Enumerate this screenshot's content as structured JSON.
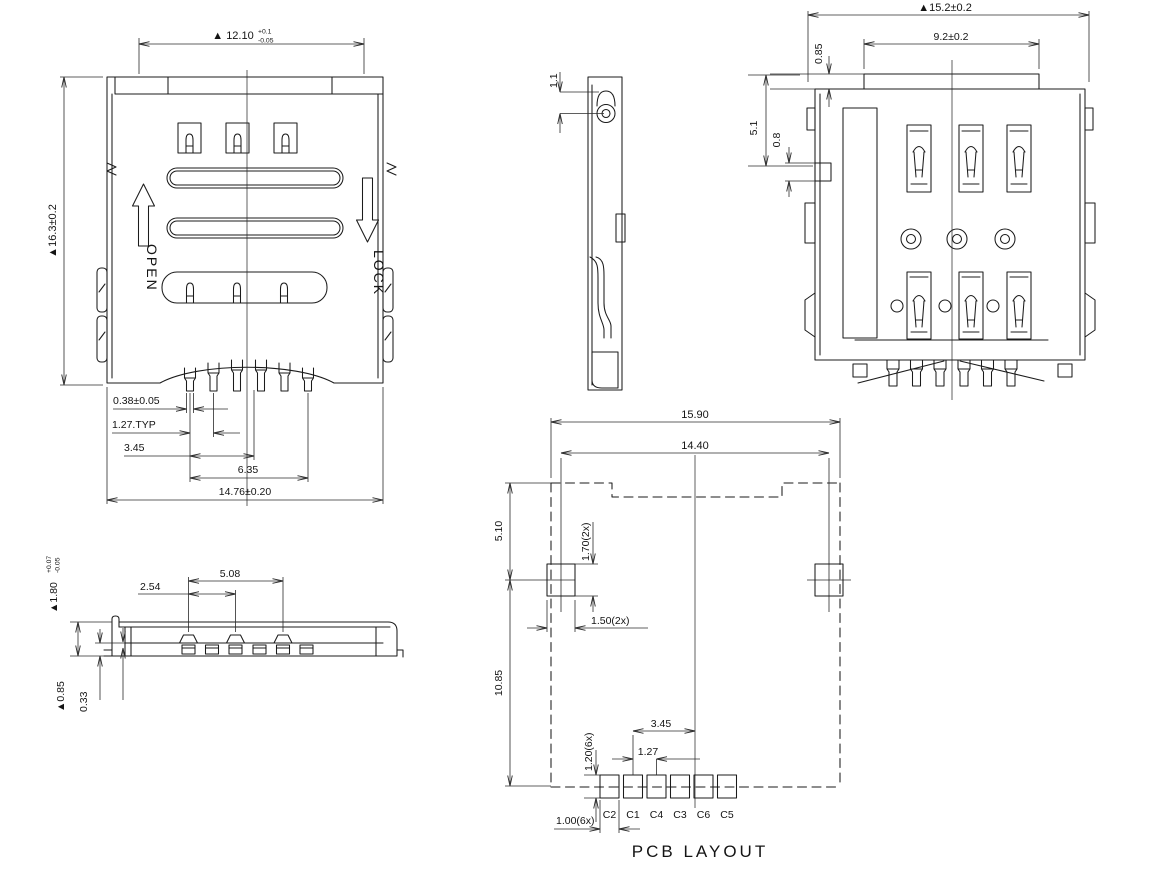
{
  "drawing": {
    "top_view": {
      "open_label": "OPEN",
      "lock_label": "LOCK",
      "dim_width_top": {
        "main": "▲ 12.10",
        "tol_plus": "+0.1",
        "tol_minus": "-0.05"
      },
      "dim_height_left": "▲16.3±0.2",
      "dim_pin_width": "0.38±0.05",
      "dim_pin_pitch": "1.27.TYP",
      "dim_345": "3.45",
      "dim_635": "6.35",
      "dim_width_bottom": "14.76±0.20"
    },
    "side_view": {
      "dim_hinge": "1.1"
    },
    "bottom_view": {
      "dim_width_top": "▲15.2±0.2",
      "dim_tab_width": "9.2±0.2",
      "dim_tab_offset": "0.85",
      "dim_side_height": "5.1",
      "dim_latch": "0.8"
    },
    "profile_view": {
      "dim_height": {
        "main": "▲1.80",
        "tol_plus": "+0.07",
        "tol_minus": "-0.05"
      },
      "dim_254": "2.54",
      "dim_508": "5.08",
      "dim_085": "▲0.85",
      "dim_033": "0.33"
    },
    "pcb_view": {
      "dim_outer_width": "15.90",
      "dim_inner_width": "14.40",
      "dim_top_height": "5.10",
      "dim_pad_height": "1.70(2x)",
      "dim_pad_width": "1.50(2x)",
      "dim_mid_height": "10.85",
      "dim_small_pad_height": "1.20(6x)",
      "dim_345": "3.45",
      "dim_127": "1.27",
      "dim_small_pad_width": "1.00(6x)",
      "pad_labels": [
        "C2",
        "C1",
        "C4",
        "C3",
        "C6",
        "C5"
      ],
      "caption": "PCB LAYOUT"
    }
  }
}
